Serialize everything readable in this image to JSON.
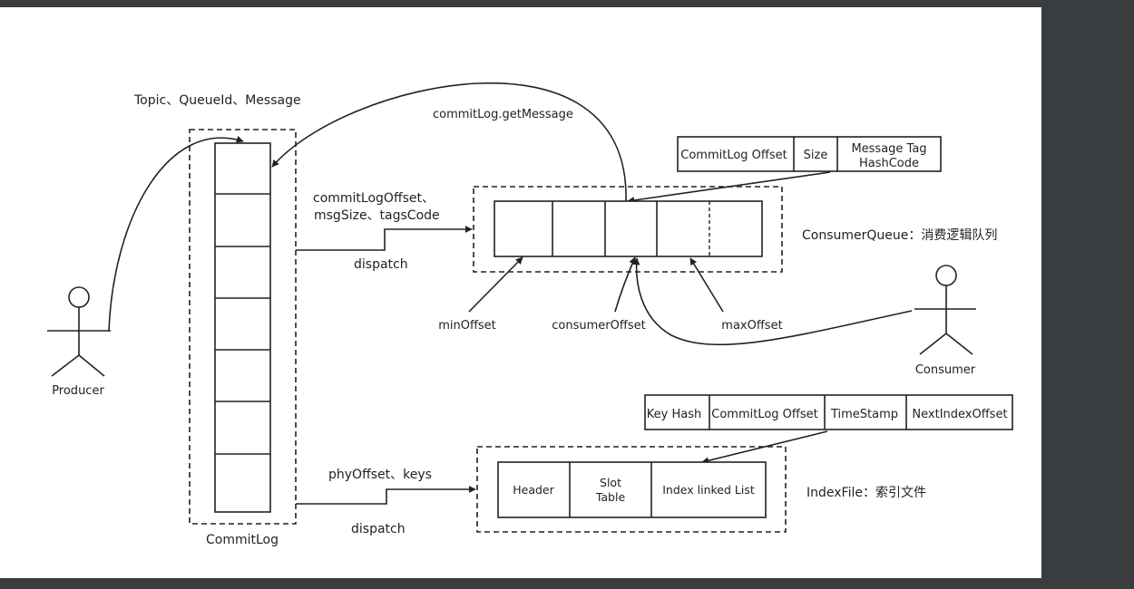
{
  "producer": {
    "label": "Producer"
  },
  "consumer": {
    "label": "Consumer"
  },
  "commitlog": {
    "label": "CommitLog"
  },
  "flows": {
    "producer_write": "Topic、QueueId、Message",
    "get_message": "commitLog.getMessage",
    "cq_fields_line1": "commitLogOffset、",
    "cq_fields_line2": "msgSize、tagsCode",
    "dispatch_cq": "dispatch",
    "idx_fields": "phyOffset、keys",
    "dispatch_idx": "dispatch"
  },
  "cq_entry": {
    "commitlog_offset": "CommitLog Offset",
    "size": "Size",
    "tag_line1": "Message Tag",
    "tag_line2": "HashCode"
  },
  "consumer_queue": {
    "label": "ConsumerQueue：消费逻辑队列",
    "min_offset": "minOffset",
    "consumer_offset": "consumerOffset",
    "max_offset": "maxOffset"
  },
  "index_entry": {
    "key_hash": "Key Hash",
    "commitlog_offset": "CommitLog Offset",
    "timestamp": "TimeStamp",
    "next_index_offset": "NextIndexOffset"
  },
  "index_file": {
    "label": "IndexFile：索引文件",
    "header": "Header",
    "slot_line1": "Slot",
    "slot_line2": "Table",
    "linked_list": "Index linked List"
  }
}
